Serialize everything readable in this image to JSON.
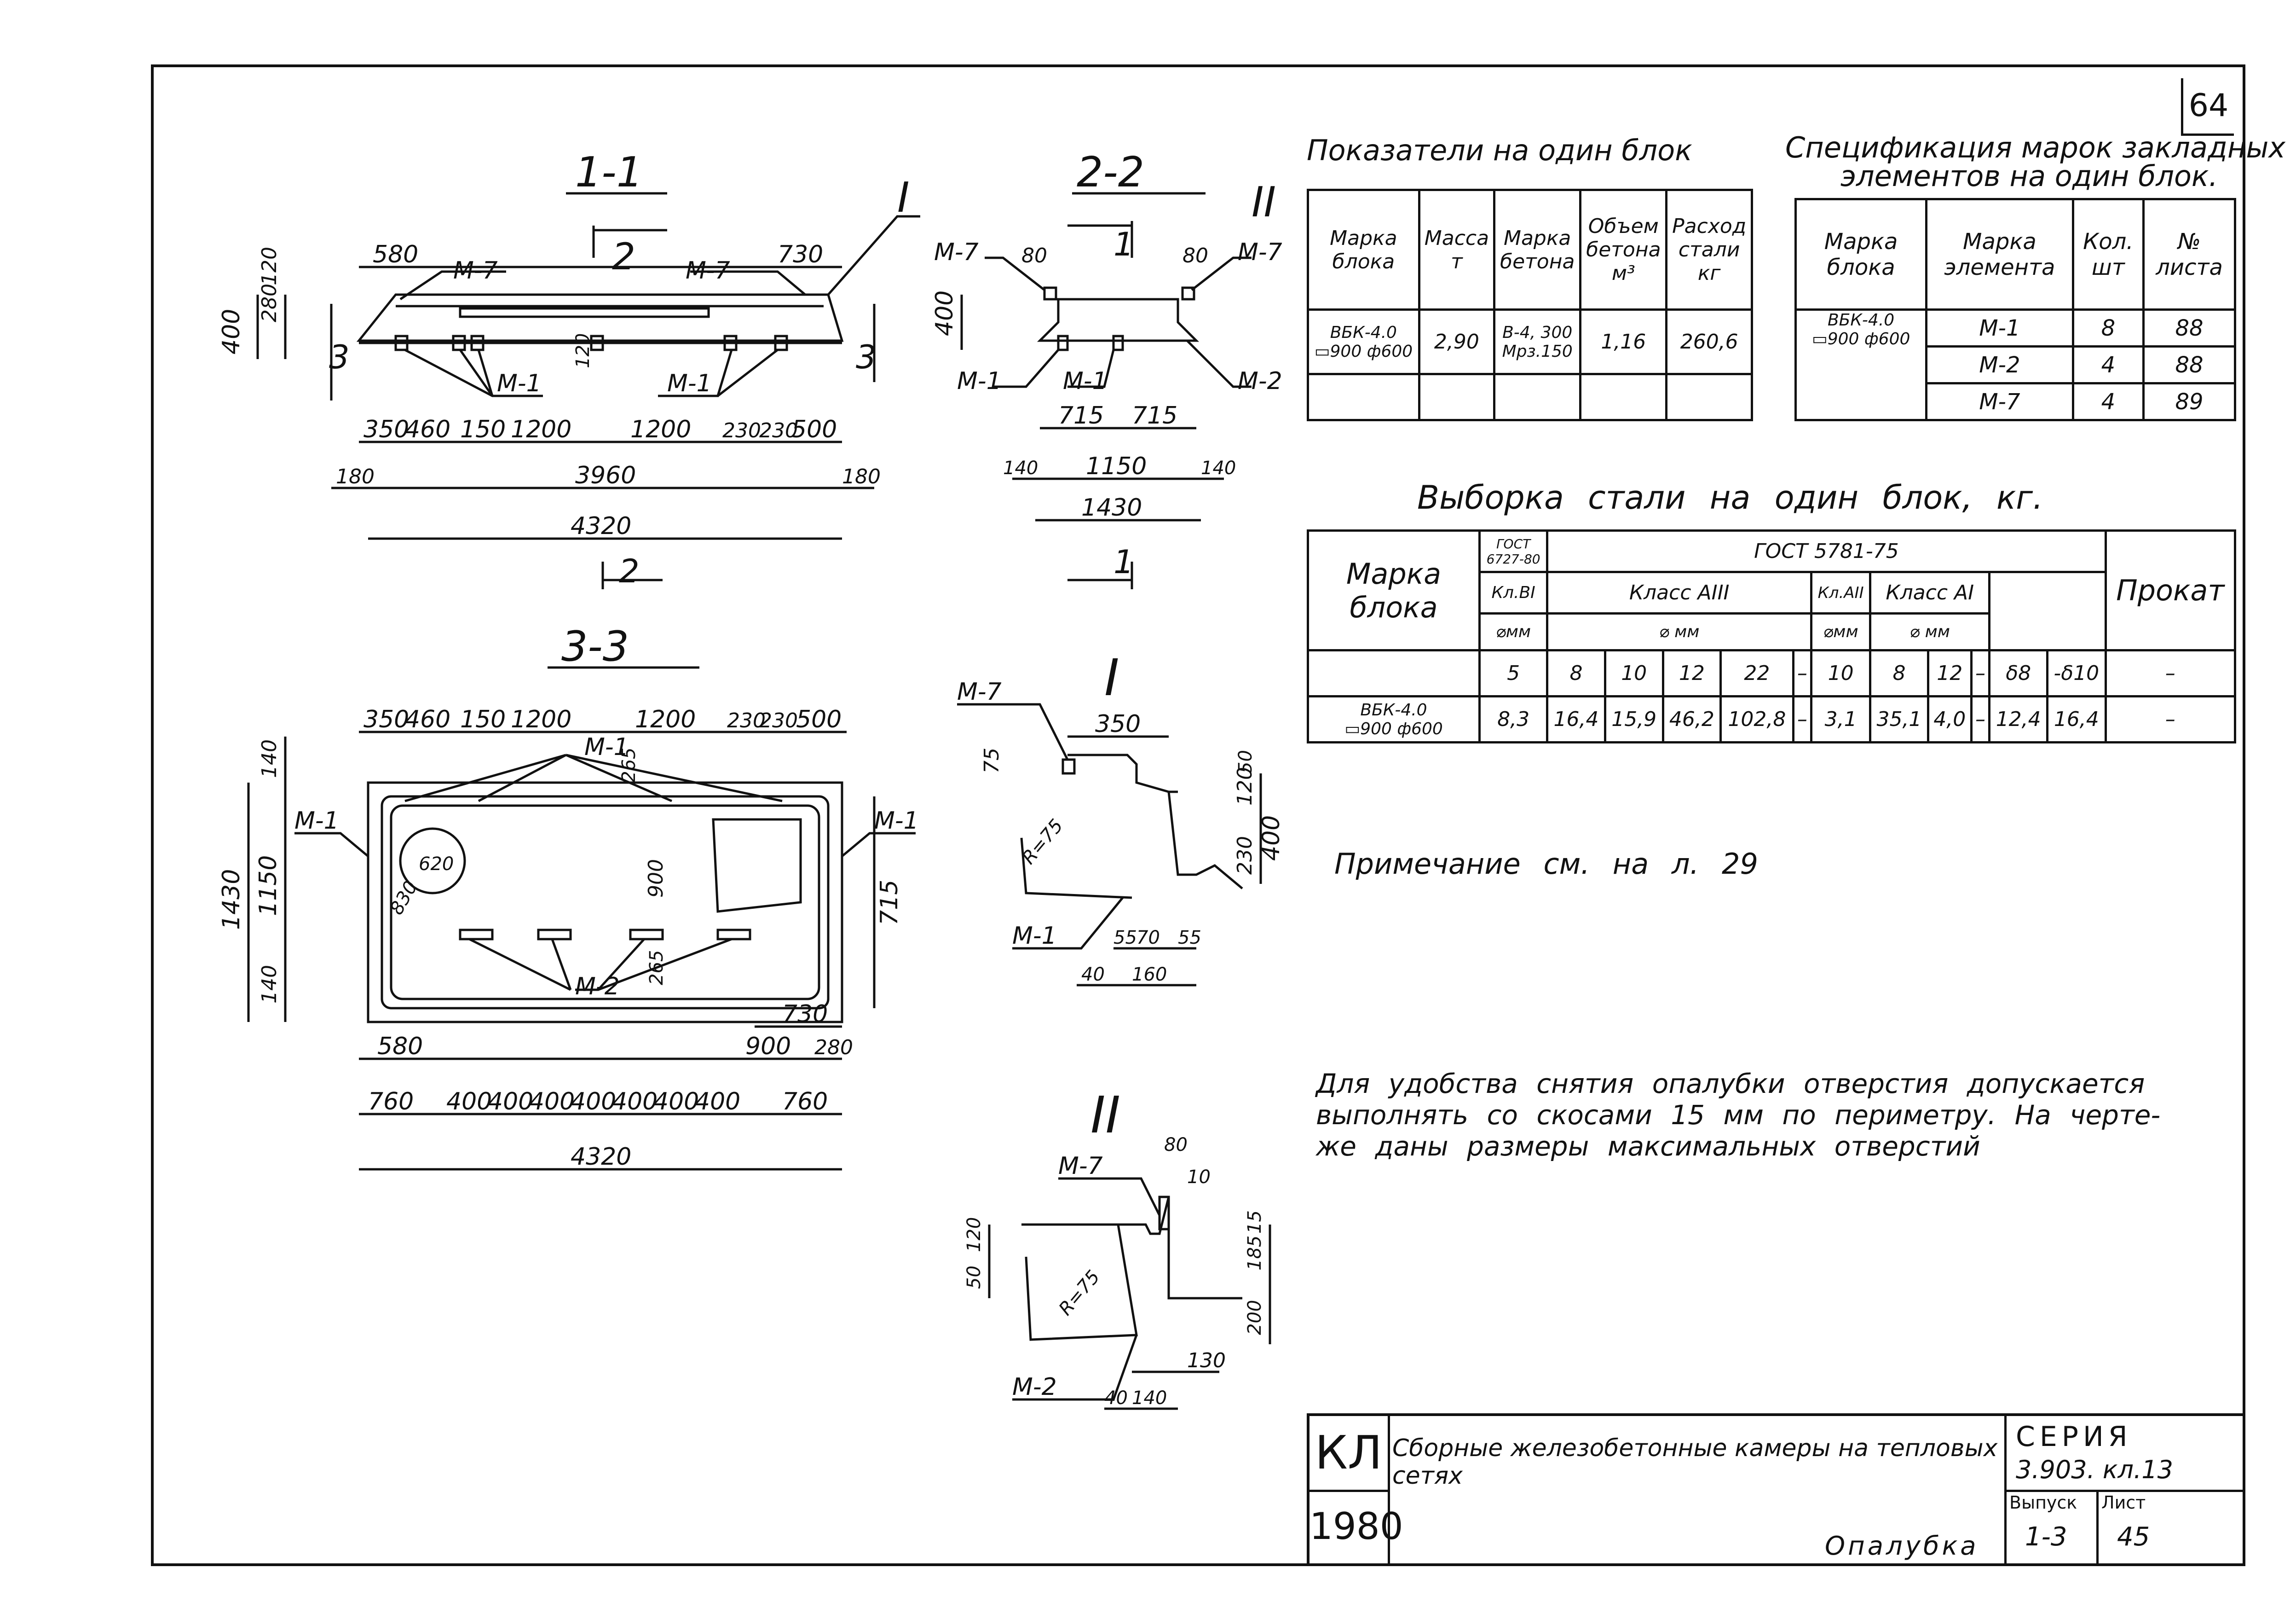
{
  "sheet": {
    "page_mark": "64"
  },
  "sections": {
    "s1": "1-1",
    "s2": "2-2",
    "s3": "3-3",
    "d1": "I",
    "d2": "II"
  },
  "cuts": {
    "two": "2",
    "three": "3",
    "one": "1"
  },
  "marks": {
    "m1": "М-1",
    "m2": "М-2",
    "m7": "М-7"
  },
  "dims": {
    "s1_top": [
      "580",
      "730"
    ],
    "s1_left": [
      "400",
      "280",
      "120"
    ],
    "s1_row": [
      "350",
      "460",
      "150",
      "1200",
      "1200",
      "230",
      "230",
      "500"
    ],
    "s1_total": [
      "180",
      "3960",
      "180",
      "4320"
    ],
    "s1_small": [
      "400",
      "120"
    ],
    "s2_top": [
      "80",
      "80"
    ],
    "s2_left": [
      "400"
    ],
    "s2_row": [
      "715",
      "715"
    ],
    "s2_total": [
      "140",
      "1150",
      "140",
      "1430"
    ],
    "s3_top": [
      "350",
      "460",
      "150",
      "1200",
      "1200",
      "230",
      "230",
      "500"
    ],
    "s3_left": [
      "140",
      "1150",
      "140",
      "1430"
    ],
    "s3_inner": [
      "620",
      "830",
      "265",
      "900",
      "265"
    ],
    "s3_right": [
      "715"
    ],
    "s3_b1": [
      "730",
      "580",
      "900",
      "280"
    ],
    "s3_b2": [
      "760",
      "400",
      "400",
      "400",
      "400",
      "400",
      "400",
      "400",
      "760"
    ],
    "s3_total": "4320",
    "d1": [
      "350",
      "75",
      "R=75",
      "120",
      "230",
      "50",
      "400",
      "55",
      "70",
      "55",
      "40",
      "160"
    ],
    "d2": [
      "80",
      "10",
      "120",
      "50",
      "R=75",
      "185",
      "15",
      "200",
      "130",
      "40",
      "140"
    ]
  },
  "indicators": {
    "title": "Показатели на один блок",
    "headers": [
      [
        "Марка",
        "блока"
      ],
      [
        "Масса",
        "т"
      ],
      [
        "Марка",
        "бетона"
      ],
      [
        "Объем",
        "бетона",
        "м³"
      ],
      [
        "Расход",
        "стали",
        "кг"
      ]
    ],
    "row": {
      "mark": [
        "ВБК-4.0",
        "▭900 ф600"
      ],
      "mass": "2,90",
      "concrete": [
        "В-4, 300",
        "Мрз.150"
      ],
      "volume": "1,16",
      "steel": "260,6"
    }
  },
  "spec": {
    "title": [
      "Спецификация марок закладных",
      "элементов на один блок."
    ],
    "headers": [
      [
        "Марка",
        "блока"
      ],
      [
        "Марка",
        "элемента"
      ],
      [
        "Кол.",
        "шт"
      ],
      [
        "№",
        "листа"
      ]
    ],
    "block": [
      "ВБК-4.0",
      "▭900 ф600"
    ],
    "rows": [
      [
        "М-1",
        "8",
        "88"
      ],
      [
        "М-2",
        "4",
        "88"
      ],
      [
        "М-7",
        "4",
        "89"
      ]
    ]
  },
  "steel": {
    "title": "Выборка стали на один блок, кг.",
    "h_mark": [
      "Марка",
      "блока"
    ],
    "h_gost_small": [
      "ГОСТ",
      "6727-80"
    ],
    "h_gost": "ГОСТ 5781-75",
    "h_prokat": "Прокат",
    "h_kl_b1": "Кл.BI",
    "h_cls_a3": "Класс АIII",
    "h_kl_a2": "Кл.АII",
    "h_cls_a1": "Класс АI",
    "h_dmm": "⌀мм",
    "h_dmm2": "⌀ мм",
    "diam": [
      "5",
      "8",
      "10",
      "12",
      "22",
      "–",
      "10",
      "8",
      "12",
      "–",
      "δ8",
      "-δ10",
      "–"
    ],
    "block": [
      "ВБК-4.0",
      "▭900 ф600"
    ],
    "values": [
      "8,3",
      "16,4",
      "15,9",
      "46,2",
      "102,8",
      "–",
      "3,1",
      "35,1",
      "4,0",
      "–",
      "12,4",
      "16,4",
      "–"
    ]
  },
  "notes": {
    "note": "Примечание см. на л. 29",
    "paragraph": [
      "Для удобства снятия опалубки отверстия допускается",
      "выполнять со скосами 15 мм по периметру. На черте-",
      "же даны размеры максимальных отверстий"
    ]
  },
  "stamp": {
    "logo": "КЛ",
    "year": "1980",
    "title": "Сборные железобетонные камеры на тепловых сетях",
    "series_label": "СЕРИЯ",
    "series": "3.903. кл.13",
    "issue_label": "Выпуск",
    "sheet_label": "Лист",
    "issue": "1-3",
    "sheet": "45",
    "name": "Опалубка"
  }
}
